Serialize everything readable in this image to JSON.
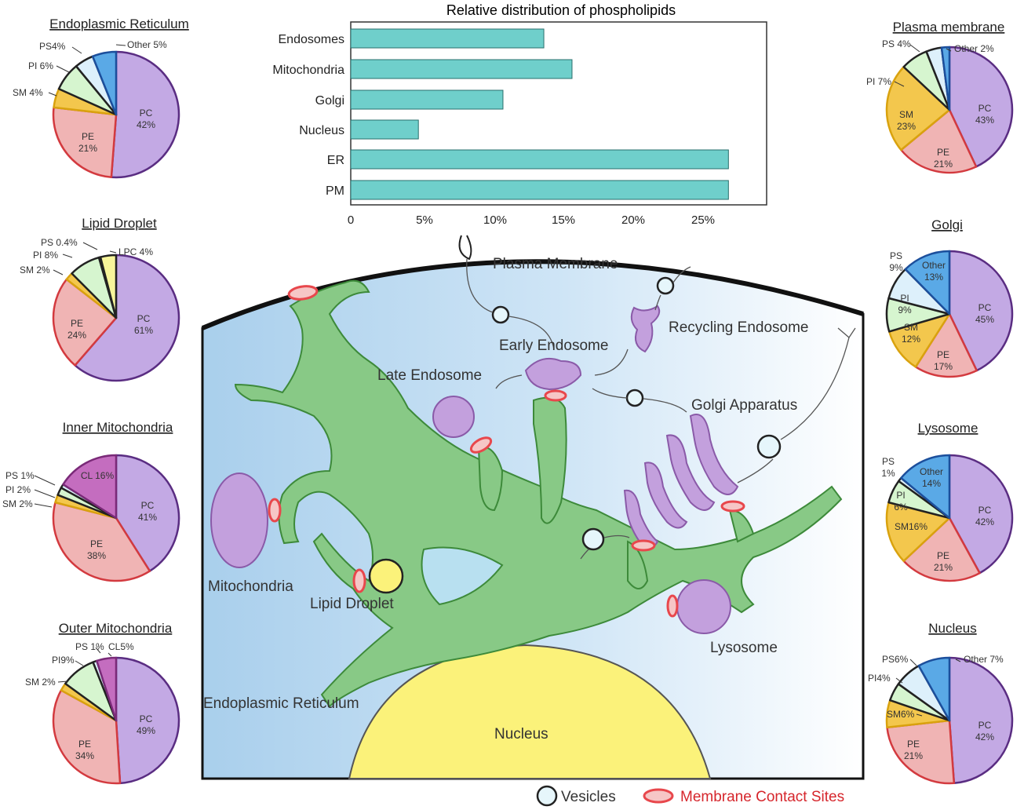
{
  "bar_chart": {
    "title": "Relative distribution of phospholipids",
    "xticks": [
      "0",
      "5%",
      "10%",
      "15%",
      "20%",
      "25%"
    ],
    "bar_color": "#6fcfcb"
  },
  "chart_data": [
    {
      "type": "bar",
      "orientation": "horizontal",
      "title": "Relative distribution of phospholipids",
      "categories": [
        "Endosomes",
        "Mitochondria",
        "Golgi",
        "Nucleus",
        "ER",
        "PM"
      ],
      "values": [
        13.7,
        15.7,
        10.8,
        4.8,
        26.8,
        26.8
      ],
      "xlim": [
        0,
        29
      ],
      "xticks": [
        0,
        5,
        10,
        15,
        20,
        25
      ],
      "grid": false
    },
    {
      "type": "pie",
      "title": "Endoplasmic Reticulum",
      "slices": [
        {
          "label": "PC",
          "value": 42,
          "display": "42%",
          "color": "#c3a9e4"
        },
        {
          "label": "PE",
          "value": 21,
          "display": "21%",
          "color": "#f0b4b4"
        },
        {
          "label": "SM",
          "value": 4,
          "display": "SM 4%",
          "color": "#f3c74d"
        },
        {
          "label": "PI",
          "value": 6,
          "display": "PI 6%",
          "color": "#d6f5cf"
        },
        {
          "label": "PS",
          "value": 4,
          "display": "PS4%",
          "color": "#ddf0fb"
        },
        {
          "label": "Other",
          "value": 5,
          "display": "Other 5%",
          "color": "#5aa9e6"
        }
      ]
    },
    {
      "type": "pie",
      "title": "Lipid Droplet",
      "slices": [
        {
          "label": "PC",
          "value": 61,
          "display": "61%",
          "color": "#c3a9e4"
        },
        {
          "label": "PE",
          "value": 24,
          "display": "24%",
          "color": "#f0b4b4"
        },
        {
          "label": "SM",
          "value": 2,
          "display": "SM 2%",
          "color": "#f3c74d"
        },
        {
          "label": "PI",
          "value": 8,
          "display": "PI 8%",
          "color": "#d6f5cf"
        },
        {
          "label": "PS",
          "value": 0.4,
          "display": "PS  0.4%",
          "color": "#ddf0fb"
        },
        {
          "label": "LPC",
          "value": 4,
          "display": "LPC 4%",
          "color": "#f7f59a"
        }
      ]
    },
    {
      "type": "pie",
      "title": "Inner Mitochondria",
      "slices": [
        {
          "label": "PC",
          "value": 41,
          "display": "41%",
          "color": "#c3a9e4"
        },
        {
          "label": "PE",
          "value": 38,
          "display": "38%",
          "color": "#f0b4b4"
        },
        {
          "label": "SM",
          "value": 2,
          "display": "SM 2%",
          "color": "#f3c74d"
        },
        {
          "label": "PI",
          "value": 2,
          "display": "PI  2%",
          "color": "#d6f5cf"
        },
        {
          "label": "PS",
          "value": 1,
          "display": "PS 1%",
          "color": "#ddf0fb"
        },
        {
          "label": "CL",
          "value": 16,
          "display": "CL 16%",
          "color": "#c46dbf"
        }
      ]
    },
    {
      "type": "pie",
      "title": "Outer Mitochondria",
      "slices": [
        {
          "label": "PC",
          "value": 49,
          "display": "49%",
          "color": "#c3a9e4"
        },
        {
          "label": "PE",
          "value": 34,
          "display": "34%",
          "color": "#f0b4b4"
        },
        {
          "label": "SM",
          "value": 2,
          "display": "SM 2%",
          "color": "#f3c74d"
        },
        {
          "label": "PI",
          "value": 9,
          "display": "PI9%",
          "color": "#d6f5cf"
        },
        {
          "label": "PS",
          "value": 1,
          "display": "PS 1%",
          "color": "#ddf0fb"
        },
        {
          "label": "CL",
          "value": 5,
          "display": "CL5%",
          "color": "#c46dbf"
        }
      ]
    },
    {
      "type": "pie",
      "title": "Plasma membrane",
      "slices": [
        {
          "label": "PC",
          "value": 43,
          "display": "43%",
          "color": "#c3a9e4"
        },
        {
          "label": "PE",
          "value": 21,
          "display": "21%",
          "color": "#f0b4b4"
        },
        {
          "label": "SM",
          "value": 23,
          "display": "23%",
          "color": "#f3c74d"
        },
        {
          "label": "PI",
          "value": 7,
          "display": "PI 7%",
          "color": "#d6f5cf"
        },
        {
          "label": "PS",
          "value": 4,
          "display": "PS 4%",
          "color": "#ddf0fb"
        },
        {
          "label": "Other",
          "value": 2,
          "display": "Other 2%",
          "color": "#5aa9e6"
        }
      ]
    },
    {
      "type": "pie",
      "title": "Golgi",
      "slices": [
        {
          "label": "PC",
          "value": 45,
          "display": "45%",
          "color": "#c3a9e4"
        },
        {
          "label": "PE",
          "value": 17,
          "display": "17%",
          "color": "#f0b4b4"
        },
        {
          "label": "SM",
          "value": 12,
          "display": "12%",
          "color": "#f3c74d"
        },
        {
          "label": "PI",
          "value": 9,
          "display": "9%",
          "color": "#d6f5cf"
        },
        {
          "label": "PS",
          "value": 9,
          "display": "9%",
          "color": "#ddf0fb"
        },
        {
          "label": "Other",
          "value": 13,
          "display": "13%",
          "color": "#5aa9e6"
        }
      ]
    },
    {
      "type": "pie",
      "title": "Lysosome",
      "slices": [
        {
          "label": "PC",
          "value": 42,
          "display": "42%",
          "color": "#c3a9e4"
        },
        {
          "label": "PE",
          "value": 21,
          "display": "21%",
          "color": "#f0b4b4"
        },
        {
          "label": "SM",
          "value": 16,
          "display": "SM16%",
          "color": "#f3c74d"
        },
        {
          "label": "PI",
          "value": 6,
          "display": "6%",
          "color": "#d6f5cf"
        },
        {
          "label": "PS",
          "value": 1,
          "display": "1%",
          "color": "#ddf0fb"
        },
        {
          "label": "Other",
          "value": 14,
          "display": "14%",
          "color": "#5aa9e6"
        }
      ]
    },
    {
      "type": "pie",
      "title": "Nucleus",
      "slices": [
        {
          "label": "PC",
          "value": 42,
          "display": "42%",
          "color": "#c3a9e4"
        },
        {
          "label": "PE",
          "value": 21,
          "display": "21%",
          "color": "#f0b4b4"
        },
        {
          "label": "SM",
          "value": 6,
          "display": "SM6%",
          "color": "#f3c74d"
        },
        {
          "label": "PI",
          "value": 4,
          "display": "PI4%",
          "color": "#d6f5cf"
        },
        {
          "label": "PS",
          "value": 6,
          "display": "PS6%",
          "color": "#ddf0fb"
        },
        {
          "label": "Other",
          "value": 7,
          "display": "Other 7%",
          "color": "#5aa9e6"
        }
      ]
    }
  ],
  "cell": {
    "labels": {
      "plasma_membrane": "Plasma Membrane",
      "recycling_endosome": "Recycling Endosome",
      "early_endosome": "Early Endosome",
      "late_endosome": "Late Endosome",
      "golgi_apparatus": "Golgi Apparatus",
      "mitochondria": "Mitochondria",
      "lipid_droplet": "Lipid Droplet",
      "lysosome": "Lysosome",
      "endoplasmic_reticulum": "Endoplasmic Reticulum",
      "nucleus": "Nucleus"
    },
    "colors": {
      "er": "#88c986",
      "er_stroke": "#3d8a3a",
      "organelle": "#c3a0dd",
      "organelle_stroke": "#8a5aa8",
      "nucleus": "#fbf27a",
      "contact": "#e8474c"
    }
  },
  "legend": {
    "vesicles": "Vesicles",
    "contact_sites": "Membrane Contact Sites",
    "contact_color": "#d6262c"
  }
}
